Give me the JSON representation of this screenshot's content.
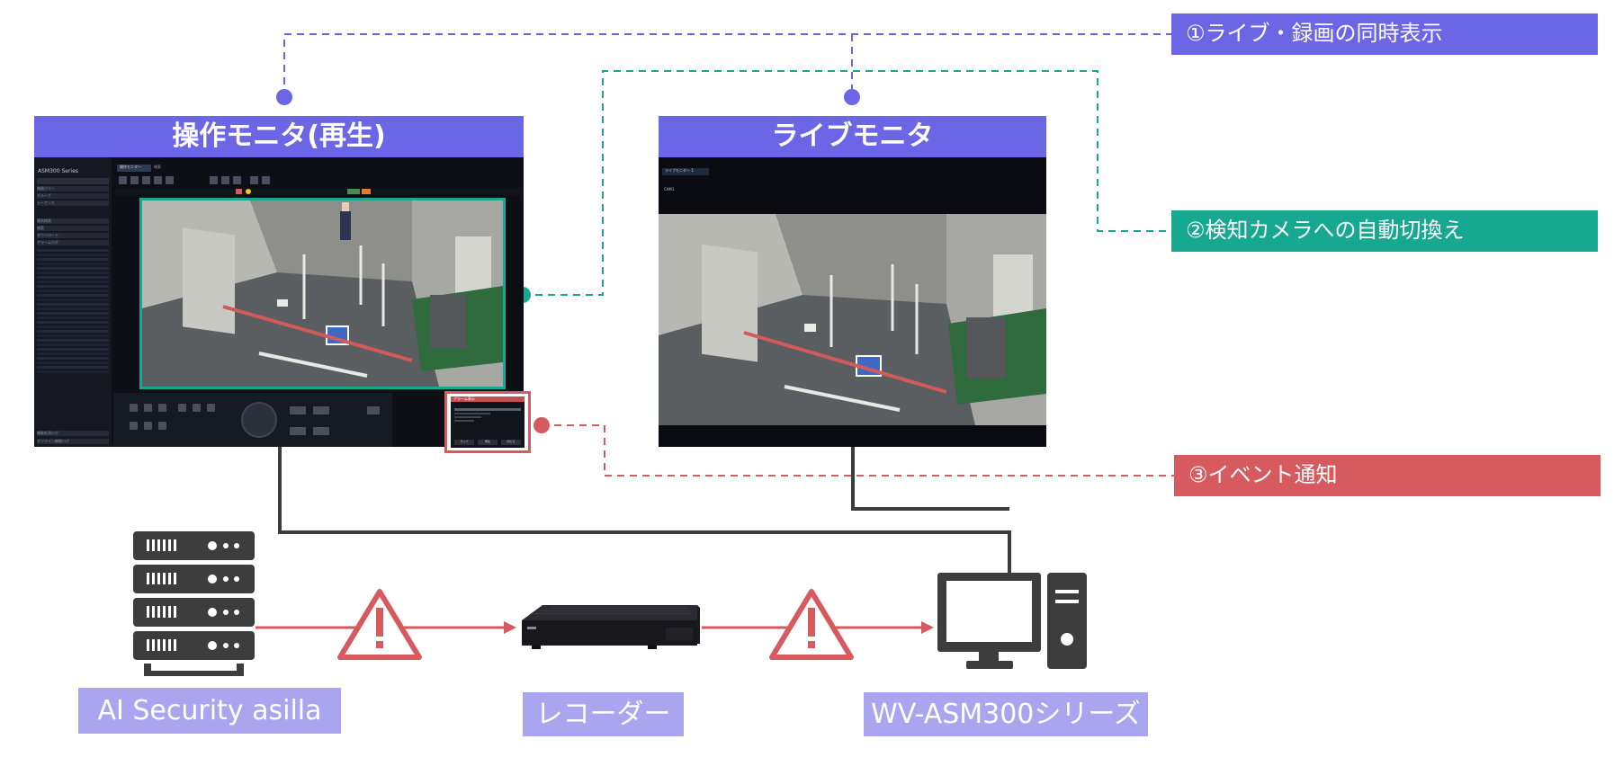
{
  "callouts": {
    "c1": "①ライブ・録画の同時表示",
    "c2": "②検知カメラへの自動切換え",
    "c3": "③イベント通知"
  },
  "monitors": {
    "operation_title": "操作モニタ(再生)",
    "live_title": "ライブモニタ"
  },
  "operation_screen": {
    "brand": "ASM300 Series",
    "tab_label": "操作モニター",
    "search_label": "検索",
    "sidebar_sections": [
      "機器ツリー",
      "グループ",
      "シーケンス",
      "簡易検索",
      "検索",
      "ダウンロード",
      "アラームログ"
    ],
    "sidebar_rows": 28,
    "sidebar_footer": [
      "機能拡張ログ",
      "オンライン機能ログ"
    ],
    "alarm_popup_title": "アラーム表示",
    "alarm_popup_buttons": [
      "ライブ",
      "再生",
      "閉じる"
    ]
  },
  "live_screen": {
    "tab_label": "ライブモニター 1",
    "cam_label": "CAM1"
  },
  "devices": {
    "ai": "AI Security asilla",
    "recorder": "レコーダー",
    "pc": "WV-ASM300シリーズ"
  },
  "colors": {
    "purple": "#6a66e6",
    "teal": "#16a891",
    "red": "#d65a5e",
    "label_bg": "#a9a6ef",
    "dark": "#3d3d3d"
  }
}
